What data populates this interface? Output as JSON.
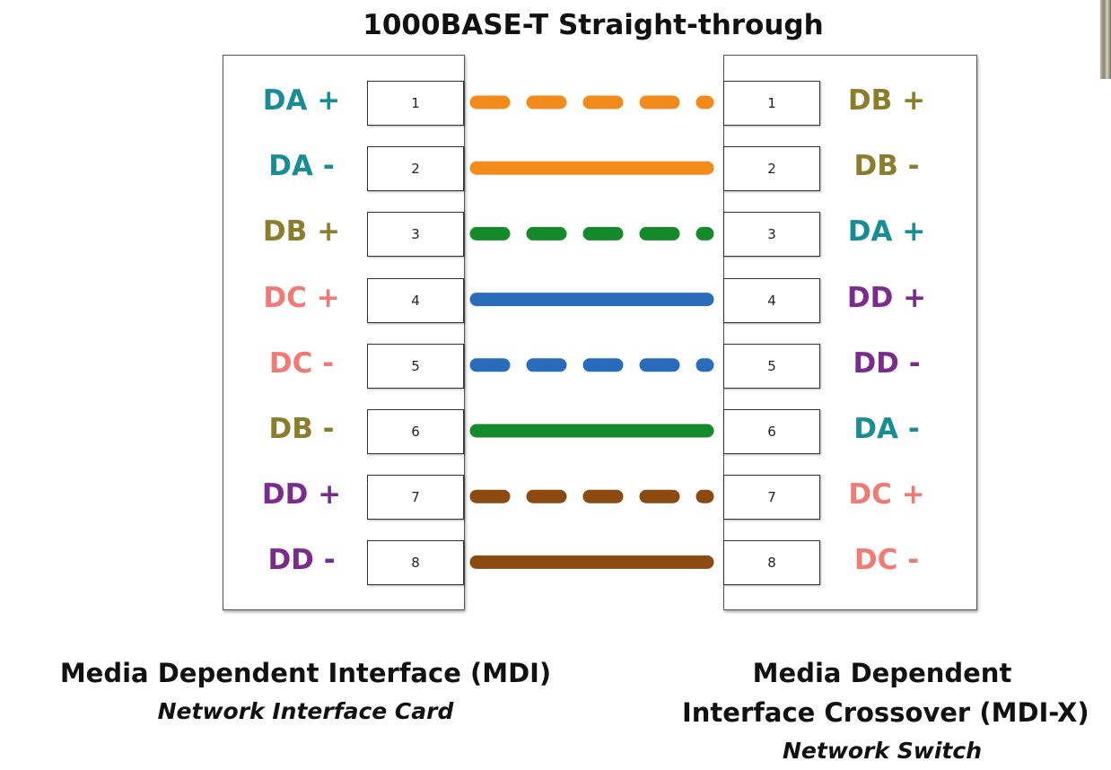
{
  "title": "1000BASE-T Straight-through",
  "colors": {
    "DA": "#1a8c96",
    "DB": "#8a7d2b",
    "DC": "#f07a74",
    "DD": "#7b2a8e",
    "orange": "#f28a1c",
    "green": "#158a2a",
    "blue": "#2a6cbc",
    "brown": "#8b4a10"
  },
  "rows": [
    {
      "pin": "1",
      "left": "DA +",
      "left_pair": "DA",
      "right": "DB +",
      "right_pair": "DB",
      "wire_color": "orange",
      "style": "dashed"
    },
    {
      "pin": "2",
      "left": "DA -",
      "left_pair": "DA",
      "right": "DB -",
      "right_pair": "DB",
      "wire_color": "orange",
      "style": "solid"
    },
    {
      "pin": "3",
      "left": "DB +",
      "left_pair": "DB",
      "right": "DA +",
      "right_pair": "DA",
      "wire_color": "green",
      "style": "dashed"
    },
    {
      "pin": "4",
      "left": "DC +",
      "left_pair": "DC",
      "right": "DD +",
      "right_pair": "DD",
      "wire_color": "blue",
      "style": "solid"
    },
    {
      "pin": "5",
      "left": "DC -",
      "left_pair": "DC",
      "right": "DD -",
      "right_pair": "DD",
      "wire_color": "blue",
      "style": "dashed"
    },
    {
      "pin": "6",
      "left": "DB -",
      "left_pair": "DB",
      "right": "DA -",
      "right_pair": "DA",
      "wire_color": "green",
      "style": "solid"
    },
    {
      "pin": "7",
      "left": "DD +",
      "left_pair": "DD",
      "right": "DC +",
      "right_pair": "DC",
      "wire_color": "brown",
      "style": "dashed"
    },
    {
      "pin": "8",
      "left": "DD -",
      "left_pair": "DD",
      "right": "DC -",
      "right_pair": "DC",
      "wire_color": "brown",
      "style": "solid"
    }
  ],
  "left_caption": {
    "line1": "Media Dependent Interface (MDI)",
    "line2": "Network Interface Card"
  },
  "right_caption": {
    "line1": "Media Dependent",
    "line2": "Interface Crossover (MDI-X)",
    "line3": "Network Switch"
  }
}
